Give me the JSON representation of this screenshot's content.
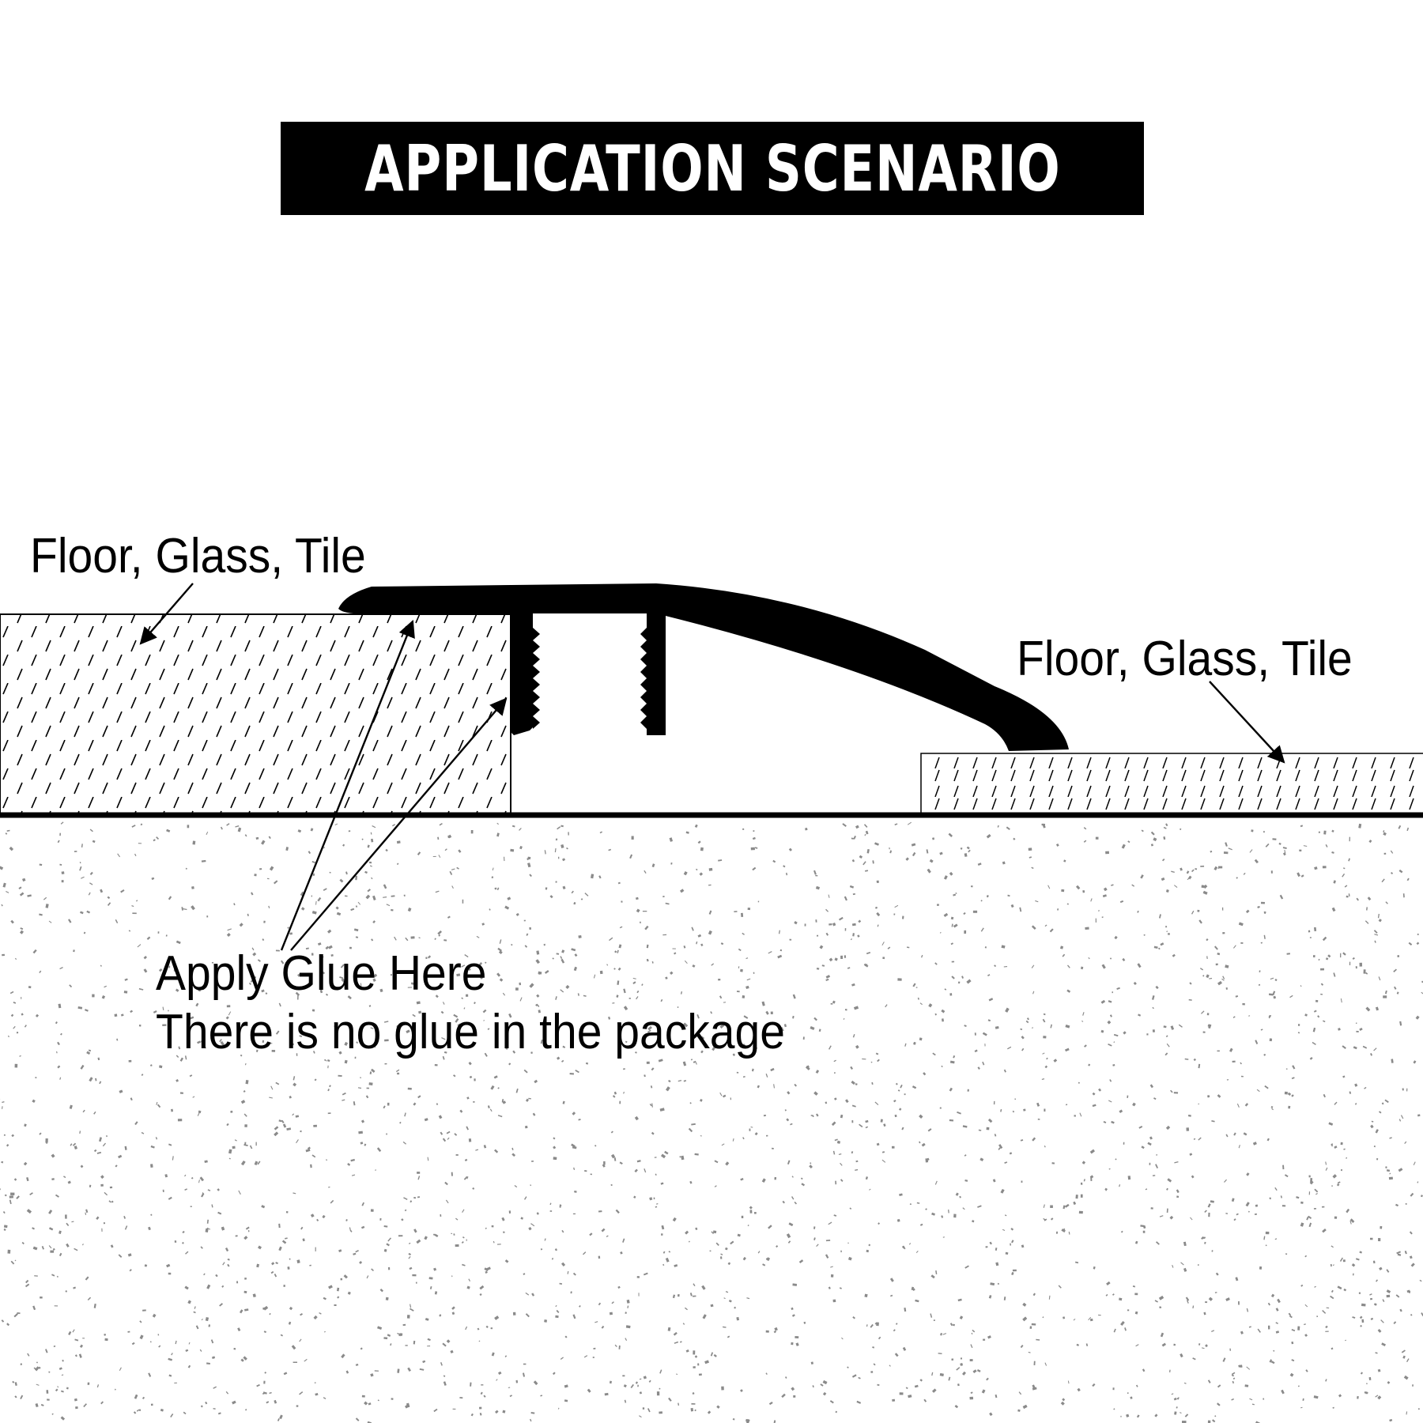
{
  "title": "APPLICATION SCENARIO",
  "labels": {
    "upper_floor": "Floor, Glass, Tile",
    "lower_floor": "Floor, Glass, Tile"
  },
  "note": {
    "line1": "Apply Glue Here",
    "line2": "There is no glue in the package"
  },
  "colors": {
    "ink": "#000000",
    "background": "#ffffff",
    "concrete_speckle": "#8a8a8a"
  }
}
